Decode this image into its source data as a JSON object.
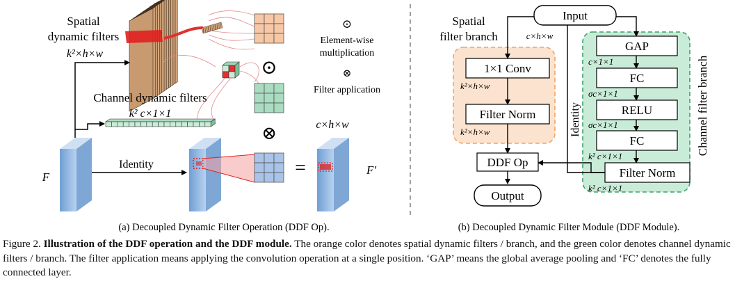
{
  "panel_a": {
    "spatial_label_1": "Spatial",
    "spatial_label_2": "dynamic filters",
    "spatial_dims": "k²×h×w",
    "channel_label": "Channel dynamic filters",
    "channel_dims": "k² c×1×1",
    "identity": "Identity",
    "input_symbol": "F",
    "output_symbol": "F′",
    "output_dims": "c×h×w",
    "elementwise_symbol": "⊙",
    "elementwise_1": "Element-wise",
    "elementwise_2": "multiplication",
    "filter_app_symbol": "⊗",
    "filter_app_label": "Filter application",
    "big_odot": "⊙",
    "big_otimes": "⊗",
    "equals": "=",
    "subcaption": "(a)  Decoupled Dynamic Filter Operation (DDF Op)."
  },
  "panel_b": {
    "input": "Input",
    "spatial_branch_1": "Spatial",
    "spatial_branch_2": "filter branch",
    "input_dims": "c×h×w",
    "conv": "1×1 Conv",
    "conv_dims": "k²×h×w",
    "filter_norm_s": "Filter Norm",
    "filter_norm_s_dims": "k²×h×w",
    "ddf_op": "DDF Op",
    "output": "Output",
    "identity": "Identity",
    "gap": "GAP",
    "gap_dims": "c×1×1",
    "fc1": "FC",
    "fc1_dims": "σc×1×1",
    "relu": "RELU",
    "relu_dims": "σc×1×1",
    "fc2": "FC",
    "fc2_dims": "k² c×1×1",
    "filter_norm_c": "Filter Norm",
    "filter_norm_c_dims": "k² c×1×1",
    "channel_branch": "Channel filter branch",
    "subcaption": "(b)  Decoupled Dynamic Filter Module (DDF Module)."
  },
  "caption": {
    "prefix": "Figure 2. ",
    "title": "Illustration of the DDF operation and the DDF module.",
    "body": " The orange color denotes spatial dynamic filters / branch, and the green color denotes channel dynamic filters / branch. The filter application means applying the convolution operation at a single position. ‘GAP’ means the global average pooling and ‘FC’ denotes the fully connected layer."
  },
  "colors": {
    "orange_fill": "#fbe3cf",
    "orange_border": "#f4a460",
    "green_fill": "#c9ecd8",
    "green_border": "#3aa36b",
    "blue_feature": "#8fb4dc",
    "red": "#e03030",
    "brown_stack": "#d9b08c",
    "cell_orange": "#f7c8a6",
    "cell_green": "#a9dcc0",
    "cell_blue": "#a9c4e8"
  }
}
